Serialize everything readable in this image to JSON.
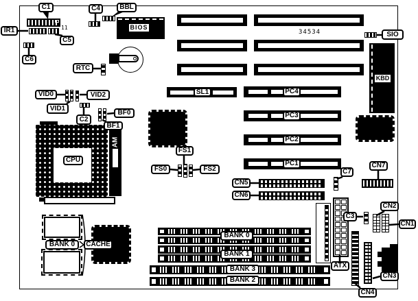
{
  "diagram": {
    "part_number": "34534",
    "pin_label": "11",
    "regulator_text": "AM",
    "callouts": {
      "C1": "C1",
      "C4": "C4",
      "BBL": "BBL",
      "IR1": "IR1",
      "C5": "C5",
      "C6": "C6",
      "RTC": "RTC",
      "VID0": "VID0",
      "VID1": "VID1",
      "VID2": "VID2",
      "C2": "C2",
      "BF0": "BF0",
      "BF1": "BF1",
      "CPU": "CPU",
      "FS0": "FS0",
      "FS1": "FS1",
      "FS2": "FS2",
      "SL1": "SL1",
      "PC1": "PC1",
      "PC2": "PC2",
      "PC3": "PC3",
      "PC4": "PC4",
      "SIO": "SIO",
      "KBD": "KBD",
      "BIOS": "BIOS",
      "C3": "C3",
      "C7": "C7",
      "CN1": "CN1",
      "CN2": "CN2",
      "CN3": "CN3",
      "CN4": "CN4",
      "CN5": "CN5",
      "CN6": "CN6",
      "CN7": "CN7",
      "ATX": "ATX",
      "CACHE": "CACHE",
      "BANK0_SRAM": "BANK 0",
      "BANK0": "BANK 0",
      "BANK1": "BANK 1",
      "BANK2": "BANK 2",
      "BANK3": "BANK 3"
    }
  }
}
